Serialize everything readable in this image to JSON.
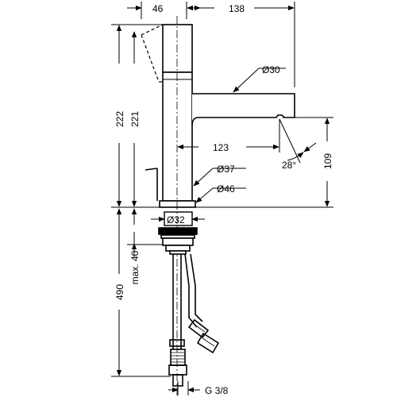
{
  "drawing": {
    "top_dims": {
      "spout_reach_top": "138",
      "body_width_top": "46"
    },
    "vertical_dims": {
      "total_height": "222",
      "body_height": "221",
      "supply_length": "490",
      "max_counter": "max. 40",
      "spout_height": "109"
    },
    "callouts": {
      "spout_diameter": "Ø30",
      "body_diameter": "Ø37",
      "base_diameter": "Ø46",
      "hole_diameter": "Ø32",
      "spout_projection": "123",
      "spray_angle": "28°",
      "connection_thread": "G 3/8"
    }
  }
}
